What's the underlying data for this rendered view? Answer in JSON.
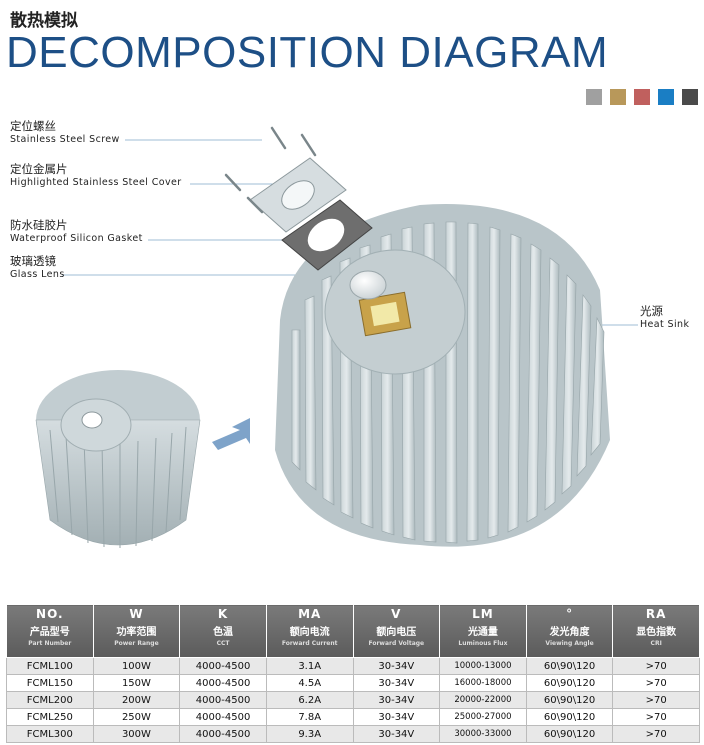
{
  "header": {
    "subtitle": "散热模拟",
    "title": "DECOMPOSITION DIAGRAM"
  },
  "color_options": [
    "#a0a0a0",
    "#b8985a",
    "#c0605e",
    "#1a7ec4",
    "#4a4a4a"
  ],
  "callouts": [
    {
      "cn": "定位螺丝",
      "en": "Stainless Steel Screw"
    },
    {
      "cn": "定位金属片",
      "en": "Highlighted Stainless Steel Cover"
    },
    {
      "cn": "防水硅胶片",
      "en": "Waterproof Silicon Gasket"
    },
    {
      "cn": "玻璃透镜",
      "en": "Glass Lens"
    },
    {
      "cn": "光源",
      "en": "Heat Sink"
    }
  ],
  "table": {
    "headers": [
      {
        "sym": "NO.",
        "cn": "产品型号",
        "en": "Part Number"
      },
      {
        "sym": "W",
        "cn": "功率范围",
        "en": "Power Range"
      },
      {
        "sym": "K",
        "cn": "色温",
        "en": "CCT"
      },
      {
        "sym": "MA",
        "cn": "额向电流",
        "en": "Forward Current"
      },
      {
        "sym": "V",
        "cn": "额向电压",
        "en": "Forward Voltage"
      },
      {
        "sym": "LM",
        "cn": "光通量",
        "en": "Luminous Flux"
      },
      {
        "sym": "°",
        "cn": "发光角度",
        "en": "Viewing Angle"
      },
      {
        "sym": "RA",
        "cn": "显色指数",
        "en": "CRI"
      }
    ],
    "rows": [
      [
        "FCML100",
        "100W",
        "4000-4500",
        "3.1A",
        "30-34V",
        "10000-13000",
        "60\\90\\120",
        ">70"
      ],
      [
        "FCML150",
        "150W",
        "4000-4500",
        "4.5A",
        "30-34V",
        "16000-18000",
        "60\\90\\120",
        ">70"
      ],
      [
        "FCML200",
        "200W",
        "4000-4500",
        "6.2A",
        "30-34V",
        "20000-22000",
        "60\\90\\120",
        ">70"
      ],
      [
        "FCML250",
        "250W",
        "4000-4500",
        "7.8A",
        "30-34V",
        "25000-27000",
        "60\\90\\120",
        ">70"
      ],
      [
        "FCML300",
        "300W",
        "4000-4500",
        "9.3A",
        "30-34V",
        "30000-33000",
        "60\\90\\120",
        ">70"
      ]
    ]
  }
}
